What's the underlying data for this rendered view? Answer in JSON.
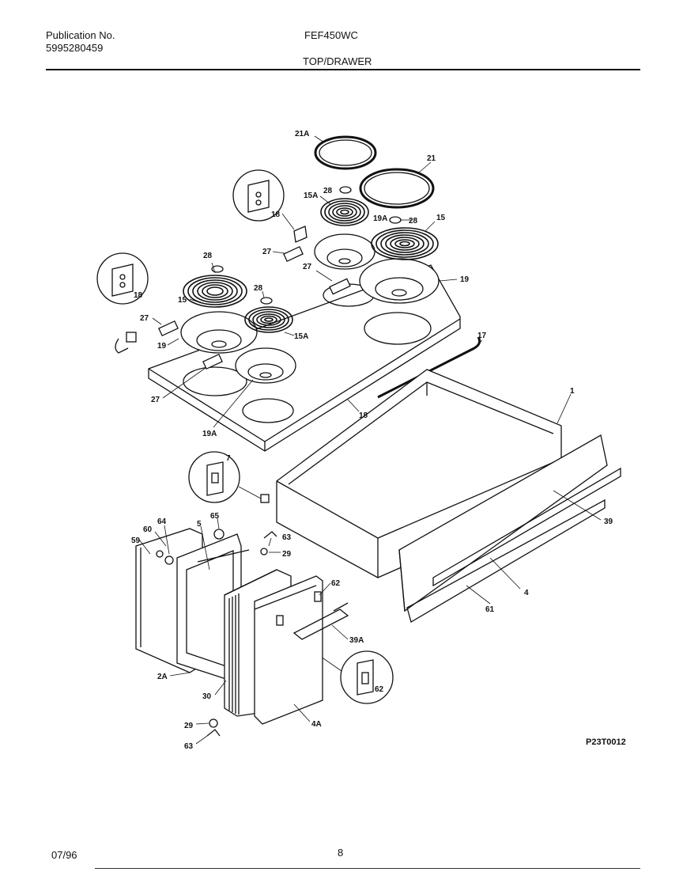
{
  "header": {
    "publication_label": "Publication No.",
    "publication_number": "5995280459",
    "model": "FEF450WC",
    "section": "TOP/DRAWER"
  },
  "footer": {
    "date": "07/96",
    "page": "8",
    "figure_code": "P23T0012"
  },
  "callouts": {
    "c21A": "21A",
    "c21": "21",
    "c28a": "28",
    "c15A_top": "15A",
    "c18_inset_top": "18",
    "c19A_top": "19A",
    "c28b": "28",
    "c15_right": "15",
    "c27_top": "27",
    "c27_mid": "27",
    "c19_right": "19",
    "c28_left": "28",
    "c28_mid": "28",
    "c15_left": "15",
    "c15A_mid": "15A",
    "c18_inset_left": "18",
    "c27_left": "27",
    "c19_left": "19",
    "c27_bottom": "27",
    "c19A_bottom": "19A",
    "c18_top": "18",
    "c17": "17",
    "c1": "1",
    "c7": "7",
    "c39": "39",
    "c4": "4",
    "c61": "61",
    "c60": "60",
    "c64": "64",
    "c65": "65",
    "c5": "5",
    "c59": "59",
    "c63_top": "63",
    "c29_top": "29",
    "c62_top": "62",
    "c39A": "39A",
    "c62_inset": "62",
    "c2A": "2A",
    "c30": "30",
    "c4A": "4A",
    "c29_bottom": "29",
    "c63_bottom": "63"
  }
}
